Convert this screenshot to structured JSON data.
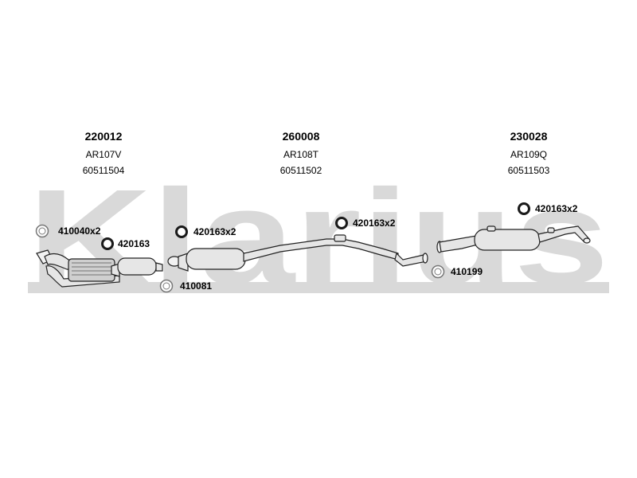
{
  "watermark": {
    "text": "Klarius",
    "color": "#d9d9d9"
  },
  "sections": [
    {
      "code": "220012",
      "model": "AR107V",
      "ref": "60511504"
    },
    {
      "code": "260008",
      "model": "AR108T",
      "ref": "60511502"
    },
    {
      "code": "230028",
      "model": "AR109Q",
      "ref": "60511503"
    }
  ],
  "parts": [
    {
      "label": "410040x2",
      "icon": "gasket-ring-icon"
    },
    {
      "label": "420163",
      "icon": "rubber-mount-ring-icon"
    },
    {
      "label": "410081",
      "icon": "gasket-ring-icon"
    },
    {
      "label": "420163x2",
      "icon": "rubber-mount-ring-icon"
    },
    {
      "label": "420163x2",
      "icon": "rubber-mount-ring-icon"
    },
    {
      "label": "410199",
      "icon": "gasket-ring-icon"
    },
    {
      "label": "420163x2",
      "icon": "rubber-mount-ring-icon"
    }
  ],
  "colors": {
    "pipe_fill": "#e6e6e6",
    "pipe_stroke": "#222222",
    "ring_dark": "#1a1a1a",
    "ring_light": "#777777"
  }
}
